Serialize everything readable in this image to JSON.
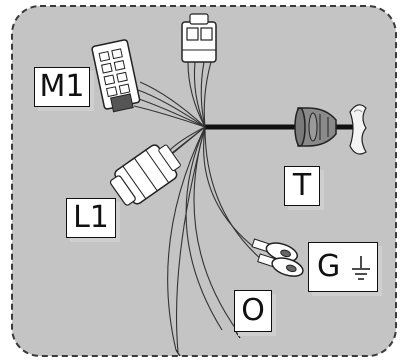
{
  "labels": {
    "m1": "M1",
    "t": "T",
    "l1": "L1",
    "g": "G",
    "o": "O"
  },
  "icons": [
    "ground-symbol-icon",
    "wire-harness"
  ],
  "colors": {
    "panel_fill": "#c4c4c4",
    "panel_border": "#3a3a3a",
    "wire_main": "#111111",
    "connector_fill": "#ffffff"
  }
}
